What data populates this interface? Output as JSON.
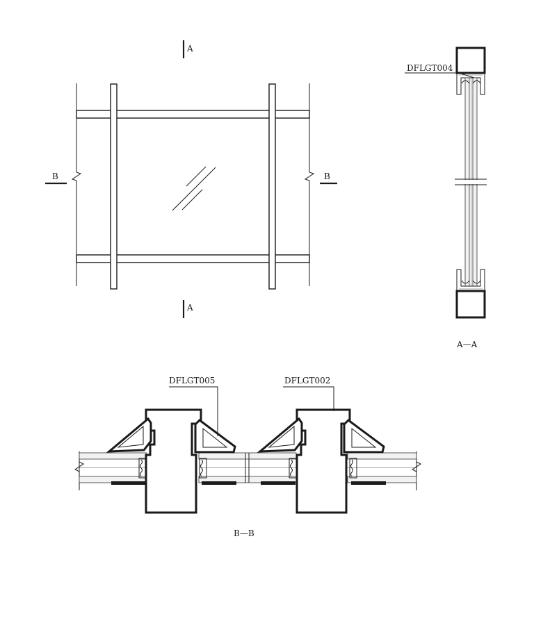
{
  "elevation": {
    "section_a_top": "A",
    "section_a_bottom": "A",
    "section_b_left": "B",
    "section_b_right": "B"
  },
  "section_aa": {
    "callout": "DFLGT004",
    "caption": "A—A"
  },
  "section_bb": {
    "callout_left": "DFLGT005",
    "callout_right": "DFLGT002",
    "caption": "B—B"
  }
}
